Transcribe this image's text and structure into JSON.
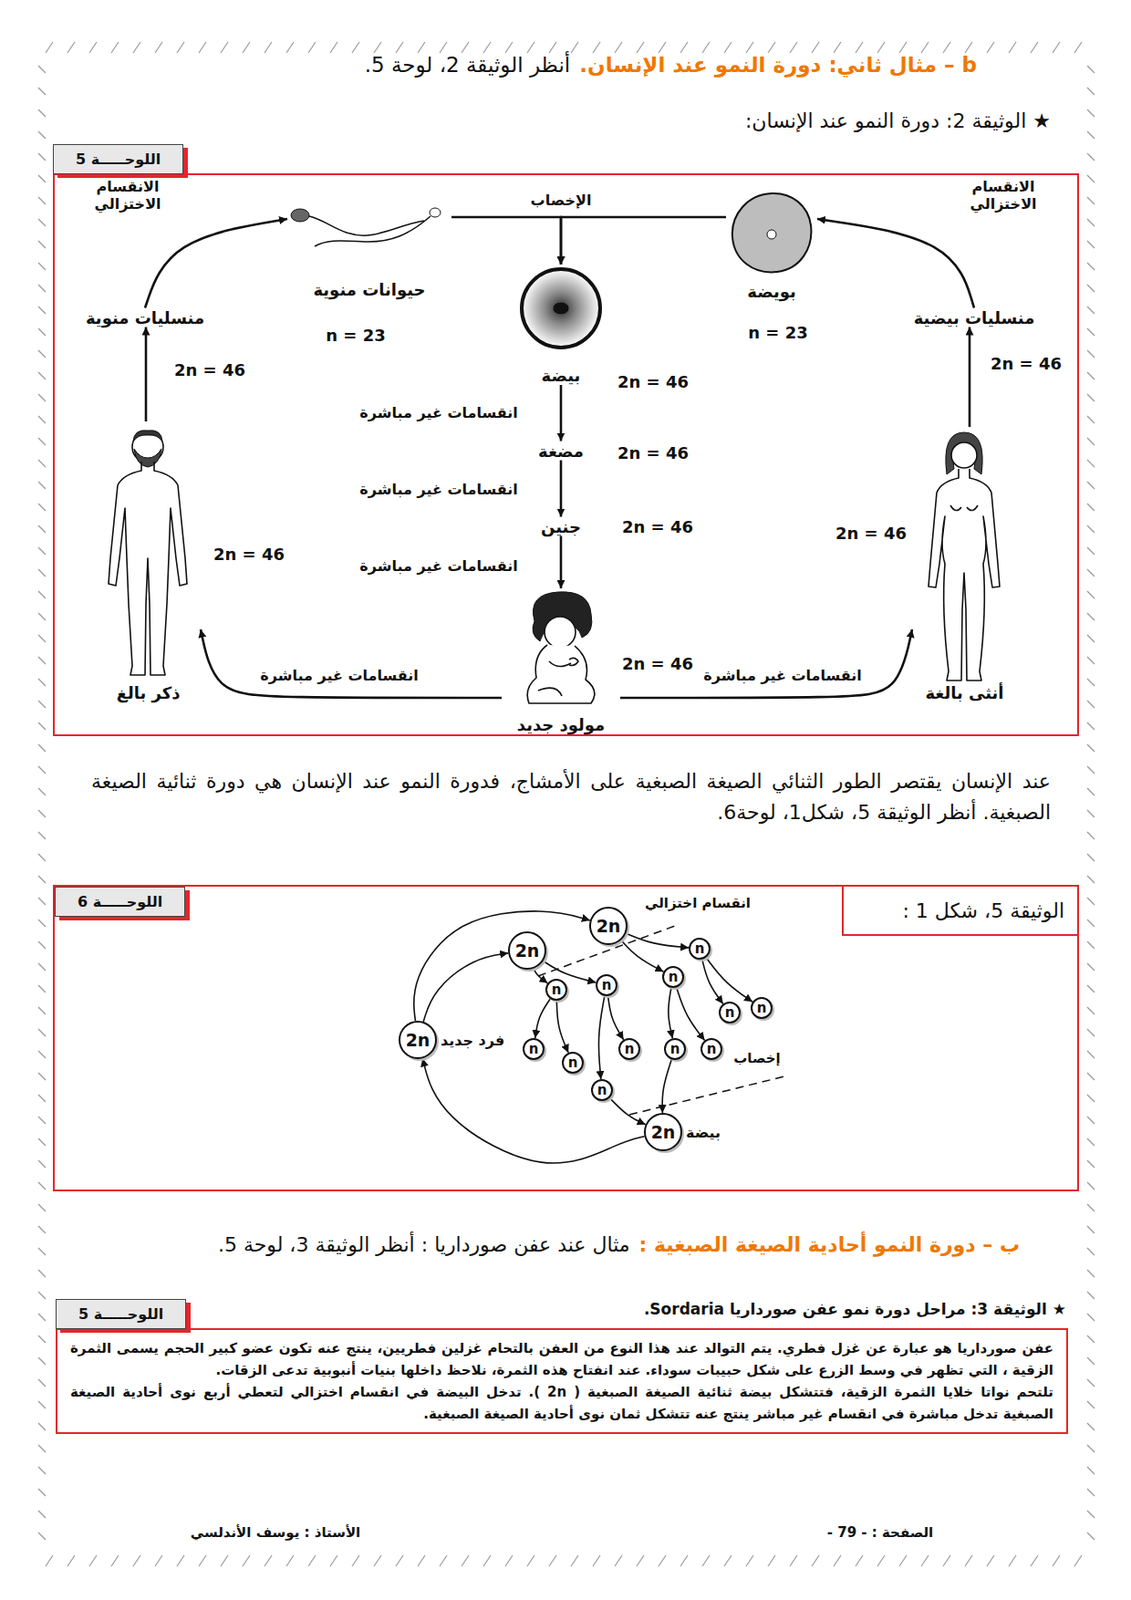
{
  "diagram": {
    "title": "b – مثال ثاني: دورة النمو عند الإنسان.",
    "nodes": [
      {
        "text": [
          "اللوحـــــة 5"
        ]
      },
      {
        "text": [
          "منسليات منوية"
        ],
        "in": 0
      },
      {
        "text": [
          "حيوانات منوية"
        ],
        "in": 0
      },
      {
        "text": [
          "بيضة"
        ],
        "in": 0
      },
      {
        "text": [
          "بويضة"
        ],
        "in": 0
      },
      {
        "text": [
          "منسليات بيضية"
        ],
        "in": 0
      },
      {
        "text": [
          "مضغة"
        ],
        "in": 0
      },
      {
        "text": [
          "جنين"
        ],
        "in": 0
      },
      {
        "text": [
          "مولود جديد"
        ],
        "in": 0
      },
      {
        "text": [
          "ذكر بالغ"
        ],
        "in": 0
      },
      {
        "text": [
          "أنثى بالغة"
        ],
        "in": 0
      },
      {
        "text": [
          "اللوحـــــة 6"
        ]
      },
      {
        "text": [
          "الوثيقة 5، شكل 1 :"
        ],
        "in": 11
      },
      {
        "text": [
          "2n"
        ],
        "in": 11
      },
      {
        "text": [
          "2n"
        ],
        "in": 11
      },
      {
        "text": [
          "n"
        ],
        "in": 11
      },
      {
        "text": [
          "n"
        ],
        "in": 11
      },
      {
        "text": [
          "n"
        ],
        "in": 11
      },
      {
        "text": [
          "n"
        ],
        "in": 11
      },
      {
        "text": [
          "n"
        ],
        "in": 11
      },
      {
        "text": [
          "n"
        ],
        "in": 11
      },
      {
        "text": [
          "n"
        ],
        "in": 11
      },
      {
        "text": [
          "n"
        ],
        "in": 11
      },
      {
        "text": [
          "n"
        ],
        "in": 11
      },
      {
        "text": [
          "n"
        ],
        "in": 11
      },
      {
        "text": [
          "n"
        ],
        "in": 11
      },
      {
        "text": [
          "n"
        ],
        "in": 11
      },
      {
        "text": [
          "2n",
          "بيضة"
        ],
        "in": 11
      },
      {
        "text": [
          "2n",
          "فرد جديد"
        ],
        "in": 11
      },
      {
        "text": [
          "اللوحـــــة 5",
          "★ الوثيقة 3: مراحل دورة نمو عفن صورداريا Sordaria.",
          "عفن صورداريا هو عبارة عن غزل فطري. يتم التوالد عند هذا النوع من العفن بالتحام غزلين فطريين، ينتج عنه تكون عضو كبير الحجم يسمى الثمرة الزقية ، التي تظهر في وسط الزرع على شكل حبيبات سوداء. عند انفتاح هذه الثمرة، نلاحظ داخلها بنيات أنبوبية تدعى الزقات.",
          "تلتحم نواتا خلايا الثمرة الزقية، فتتشكل بيضة ثنائية الصيغة الصبغية ( 2n ). تدخل البيضة في انقسام اختزالي لتعطي أربع نوى أحادية الصيغة الصبغية تدخل مباشرة في انقسام غير مباشر ينتج عنه تتشكل ثمان نوى أحادية الصيغة الصبغية."
        ]
      }
    ],
    "edges": [
      {
        "from": 1,
        "to": 2,
        "label": "الانقسام الاختزالي",
        "arrow": "to"
      },
      {
        "from": 5,
        "to": 4,
        "label": "الانقسام الاختزالي",
        "arrow": "to"
      },
      {
        "from": 2,
        "to": 3,
        "label": "الإخصاب",
        "arrow": "to"
      },
      {
        "from": 4,
        "to": 3,
        "arrow": "to"
      },
      {
        "from": 3,
        "to": 6,
        "label": "انقسامات غير مباشرة",
        "arrow": "to"
      },
      {
        "from": 6,
        "to": 7,
        "label": "انقسامات غير مباشرة",
        "arrow": "to"
      },
      {
        "from": 7,
        "to": 8,
        "label": "انقسامات غير مباشرة",
        "arrow": "to"
      },
      {
        "from": 8,
        "to": 9,
        "label": "انقسامات غير مباشرة",
        "arrow": "to"
      },
      {
        "from": 8,
        "to": 10,
        "label": "انقسامات غير مباشرة",
        "arrow": "to"
      },
      {
        "from": 9,
        "to": 1,
        "arrow": "to"
      },
      {
        "from": 10,
        "to": 5,
        "arrow": "to"
      },
      {
        "from": 13,
        "to": 15,
        "arrow": "to"
      },
      {
        "from": 13,
        "to": 16,
        "arrow": "to"
      },
      {
        "from": 14,
        "to": 17,
        "arrow": "to"
      },
      {
        "from": 14,
        "to": 18,
        "arrow": "to"
      },
      {
        "from": 15,
        "to": 19,
        "arrow": "to"
      },
      {
        "from": 15,
        "to": 20,
        "arrow": "to"
      },
      {
        "from": 16,
        "to": 21,
        "arrow": "to"
      },
      {
        "from": 16,
        "to": 22,
        "arrow": "to"
      },
      {
        "from": 17,
        "to": 23,
        "arrow": "to"
      },
      {
        "from": 17,
        "to": 24,
        "arrow": "to"
      },
      {
        "from": 18,
        "to": 25,
        "arrow": "to"
      },
      {
        "from": 18,
        "to": 26,
        "arrow": "to"
      },
      {
        "from": 26,
        "to": 27,
        "arrow": "to"
      },
      {
        "from": 21,
        "to": 27,
        "arrow": "to"
      },
      {
        "from": 27,
        "to": 28,
        "arrow": "to"
      },
      {
        "from": 28,
        "to": 14,
        "arrow": "to"
      },
      {
        "from": 28,
        "to": 13,
        "arrow": "to"
      }
    ],
    "labels": [
      "أنظر الوثيقة 2، لوحة 5.",
      "★ الوثيقة 2: دورة النمو عند الإنسان:",
      "n = 23",
      "n = 23",
      "2n = 46",
      "2n = 46",
      "2n = 46",
      "2n = 46",
      "2n = 46",
      "2n = 46",
      "2n = 46",
      "2n = 46",
      "عند الإنسان يقتصر الطور الثنائي الصيغة الصبغية على الأمشاج، فدورة النمو عند الإنسان هي دورة ثنائية الصيغة الصبغية. أنظر الوثيقة 5، شكل1، لوحة6.",
      "انقسام اختزالي",
      "إخصاب",
      "ب – دورة النمو أحادية الصيغة الصبغية :",
      "مثال عند عفن صورداريا : أنظر الوثيقة 3، لوحة 5.",
      "الصفحة : - 79 -",
      "الأستاذ : يوسف الأندلسي"
    ]
  }
}
